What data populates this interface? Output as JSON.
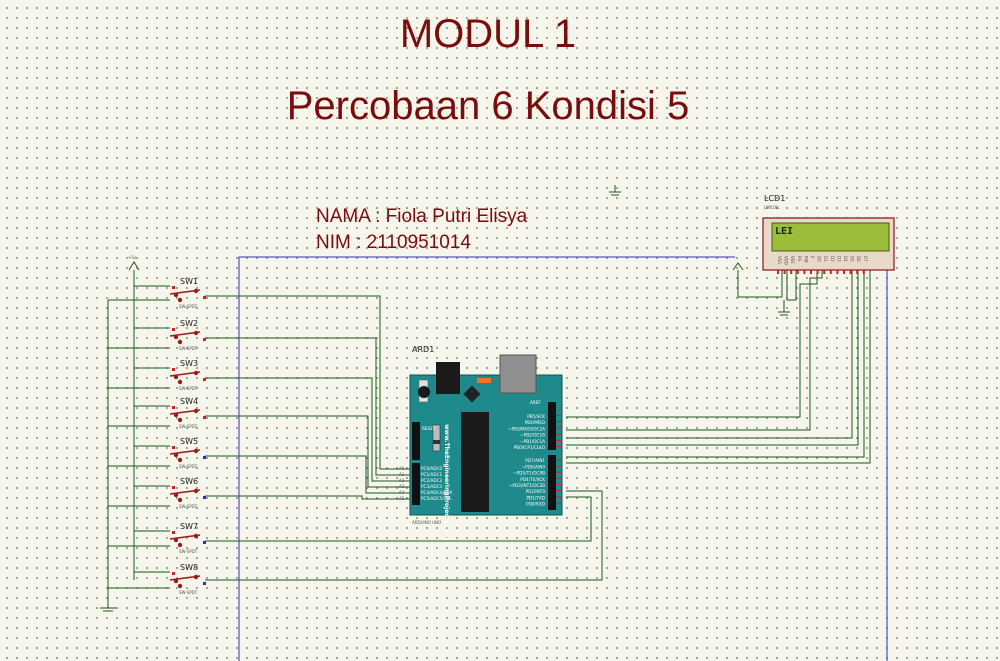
{
  "titles": {
    "main": "MODUL 1",
    "sub": "Percobaan 6 Kondisi 5"
  },
  "student": {
    "name_line": "NAMA : Fiola Putri Elisya",
    "nim_line": "NIM : 2110951014"
  },
  "components": {
    "arduino": {
      "ref": "ARD1",
      "board_text": "www.TheEngineeringProjects.com",
      "reset_label": "RESET",
      "aref_label": "AREF",
      "footer": "ARDUINO UNO",
      "digital_pins": [
        "PB5/SCK",
        "PB4/MISO",
        "~PB3/MOSI/OC2A",
        "~PB2/OC1B",
        "~PB1/OC1A",
        "PB0/ICP1/CLKO",
        "PD7/AIN1",
        "~PD6/AIN0",
        "~PD5/T1/OC0B",
        "PD4/T0/XCK",
        "~PD3/INT1/OC2B",
        "PD2/INT0",
        "PD1/TXD",
        "PD0/RXD"
      ],
      "analog_pins": [
        "PC0/ADC0",
        "PC1/ADC1",
        "PC2/ADC2",
        "PC3/ADC3",
        "PC4/ADC4/SDA",
        "PC5/ADC5/SCL"
      ],
      "analog_labels": [
        "A0",
        "A1",
        "A2",
        "A3",
        "A4",
        "A5"
      ]
    },
    "lcd": {
      "ref": "LCD1",
      "part": "LM016L",
      "display_text": "LEI",
      "pin_labels": [
        "VSS",
        "VDD",
        "VEE",
        "RS",
        "RW",
        "E",
        "D0",
        "D1",
        "D2",
        "D3",
        "D4",
        "D5",
        "D6",
        "D7"
      ]
    },
    "switches": [
      {
        "ref": "SW1",
        "part": "SW-SPDT"
      },
      {
        "ref": "SW2",
        "part": "SW-SPDT"
      },
      {
        "ref": "SW3",
        "part": "SW-SPDT"
      },
      {
        "ref": "SW4",
        "part": "SW-SPDT"
      },
      {
        "ref": "SW5",
        "part": "SW-SPDT"
      },
      {
        "ref": "SW6",
        "part": "SW-SPDT"
      },
      {
        "ref": "SW7",
        "part": "SW-SPDT"
      },
      {
        "ref": "SW8",
        "part": "SW-SPDT"
      }
    ],
    "power_label": "+5v"
  },
  "colors": {
    "title": "#7a0c0c",
    "wire": "#1a5c1a",
    "blue_wire": "#3030cc",
    "board": "#1e8a8c",
    "lcd_screen": "#9bbd3a",
    "component_red": "#a01818"
  }
}
